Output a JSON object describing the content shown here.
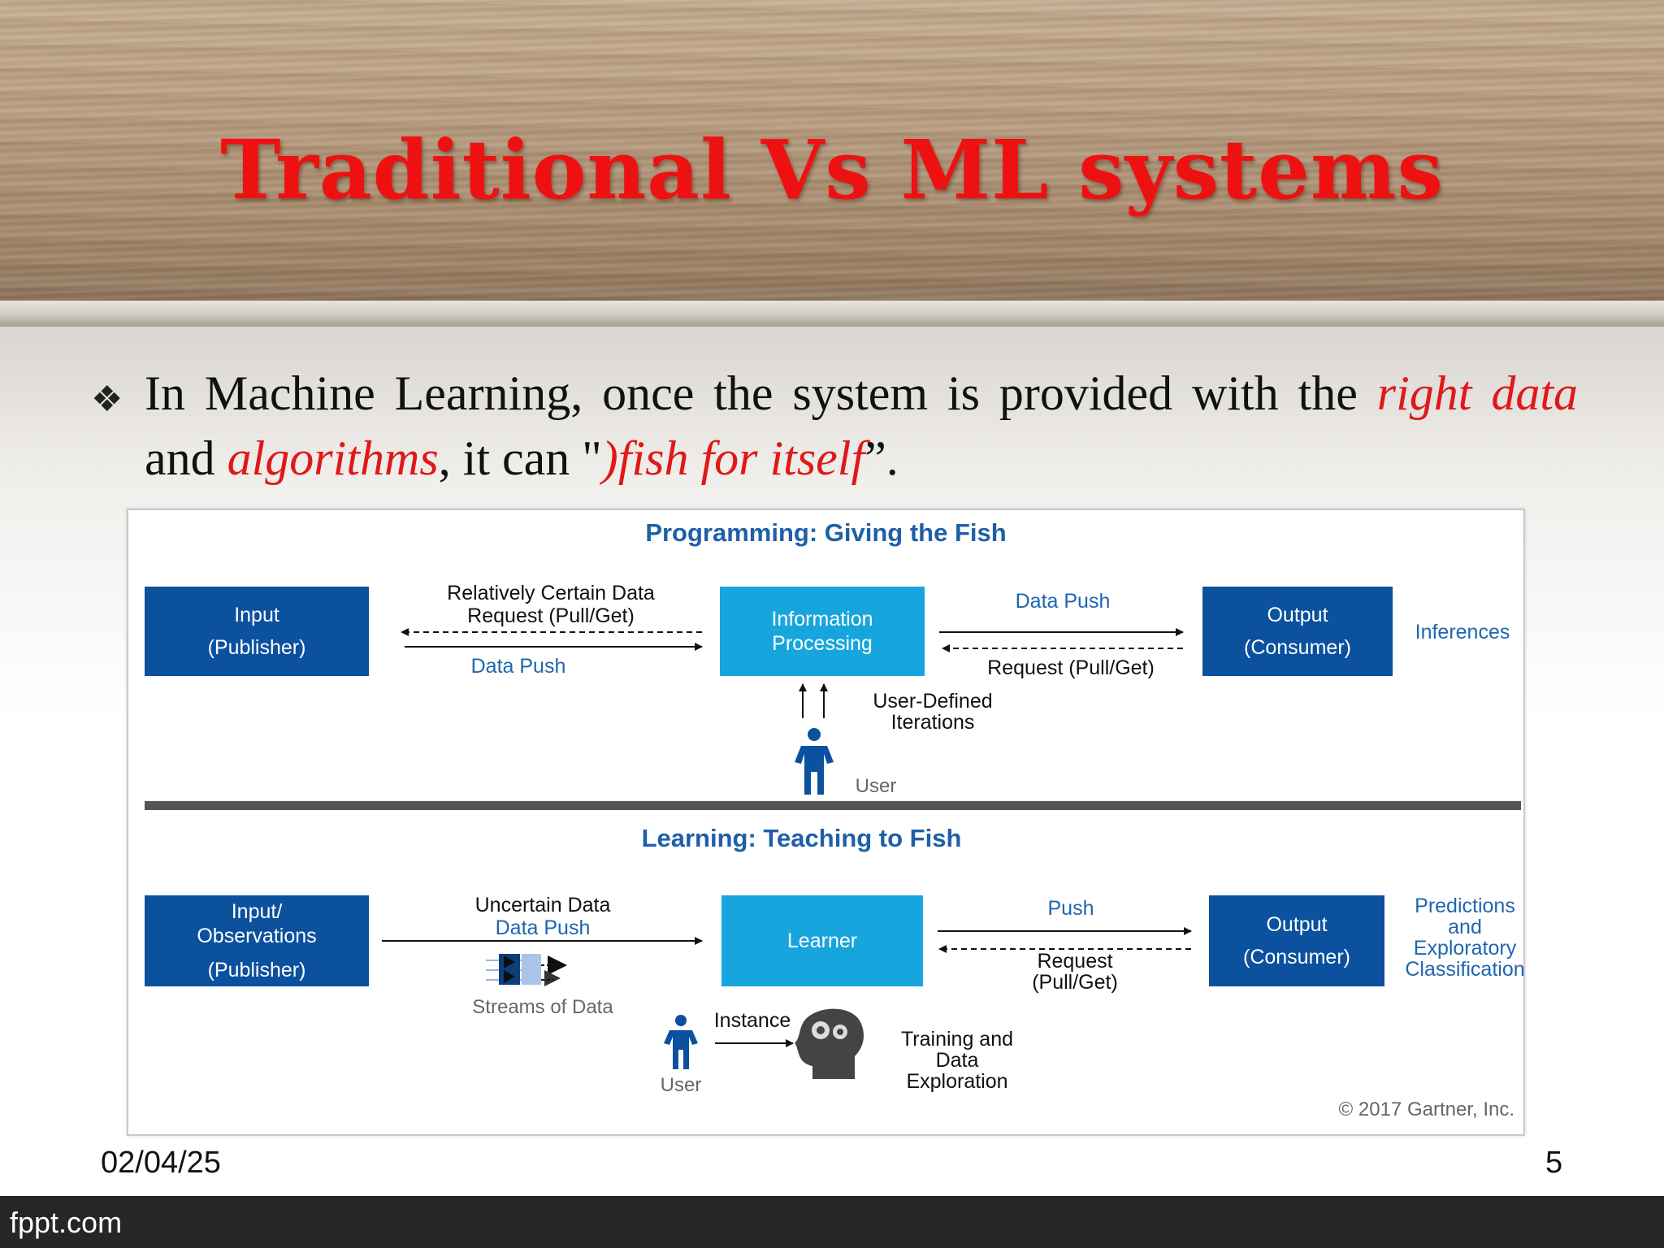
{
  "slide": {
    "title": "Traditional Vs ML systems",
    "bullet_icon": "four-diamonds-bullet-icon",
    "bullet": {
      "t1": "In Machine Learning, once the system is provided with the ",
      "e1": "right data",
      "t2": " and ",
      "e2": "algorithms",
      "t3": ", it can \"",
      "t4": ")",
      "e3": "fish for itself",
      "t5": "”."
    },
    "date": "02/04/25",
    "page_number": "5",
    "brand": "fppt.com"
  },
  "colors": {
    "title": "#ee1111",
    "emphasis": "#e01818",
    "box_dark": "#0b519e",
    "box_light": "#17a5de",
    "diagram_blue": "#1f5fa8"
  },
  "diagram": {
    "programming": {
      "title": "Programming: Giving the Fish",
      "input_box": {
        "line1": "Input",
        "line2": "(Publisher)"
      },
      "left_top_label": {
        "line1": "Relatively Certain Data",
        "line2": "Request (Pull/Get)"
      },
      "left_bottom_label": "Data Push",
      "center_box": {
        "line1": "Information",
        "line2": "Processing"
      },
      "right_top_label": "Data Push",
      "right_bottom_label": "Request (Pull/Get)",
      "output_box": {
        "line1": "Output",
        "line2": "(Consumer)"
      },
      "outcome": "Inferences",
      "iterations": {
        "line1": "User-Defined",
        "line2": "Iterations"
      },
      "user": "User"
    },
    "learning": {
      "title": "Learning: Teaching to Fish",
      "input_box": {
        "line1": "Input/",
        "line2": "Observations",
        "line3": "(Publisher)"
      },
      "left_top_label": {
        "line1": "Uncertain Data",
        "line2": "Data Push"
      },
      "streams": "Streams of Data",
      "center_box": "Learner",
      "right_top_label": "Push",
      "right_bottom_label": {
        "line1": "Request",
        "line2": "(Pull/Get)"
      },
      "output_box": {
        "line1": "Output",
        "line2": "(Consumer)"
      },
      "outcome": {
        "line1": "Predictions",
        "line2": "and",
        "line3": "Exploratory",
        "line4": "Classification"
      },
      "instance": "Instance",
      "user": "User",
      "training": {
        "line1": "Training and",
        "line2": "Data",
        "line3": "Exploration"
      }
    },
    "copyright": "© 2017 Gartner, Inc."
  }
}
